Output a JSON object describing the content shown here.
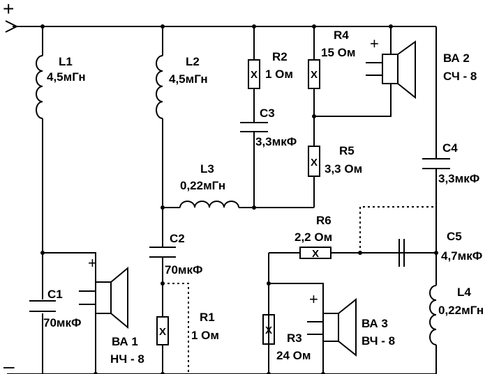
{
  "terminals": {
    "positive": "+",
    "negative": "–"
  },
  "components": {
    "L1": {
      "ref": "L1",
      "value": "4,5мГн"
    },
    "L2": {
      "ref": "L2",
      "value": "4,5мГн"
    },
    "L3": {
      "ref": "L3",
      "value": "0,22мГн"
    },
    "L4": {
      "ref": "L4",
      "value": "0,22мГн"
    },
    "R1": {
      "ref": "R1",
      "value": "1 Ом"
    },
    "R2": {
      "ref": "R2",
      "value": "1 Ом"
    },
    "R3": {
      "ref": "R3",
      "value": "24 Ом"
    },
    "R4": {
      "ref": "R4",
      "value": "15 Ом"
    },
    "R5": {
      "ref": "R5",
      "value": "3,3 Ом"
    },
    "R6": {
      "ref": "R6",
      "value": "2,2 Ом"
    },
    "C1": {
      "ref": "C1",
      "value": "70мкФ"
    },
    "C2": {
      "ref": "C2",
      "value": "70мкФ"
    },
    "C3": {
      "ref": "C3",
      "value": "3,3мкФ"
    },
    "C4": {
      "ref": "C4",
      "value": "3,3мкФ"
    },
    "C5": {
      "ref": "C5",
      "value": "4,7мкФ"
    },
    "BA1": {
      "ref": "ВА 1",
      "value": "НЧ - 8"
    },
    "BA2": {
      "ref": "ВА 2",
      "value": "СЧ - 8"
    },
    "BA3": {
      "ref": "ВА 3",
      "value": "ВЧ - 8"
    }
  },
  "resistor_mark": "X",
  "polarity_mark": "+"
}
